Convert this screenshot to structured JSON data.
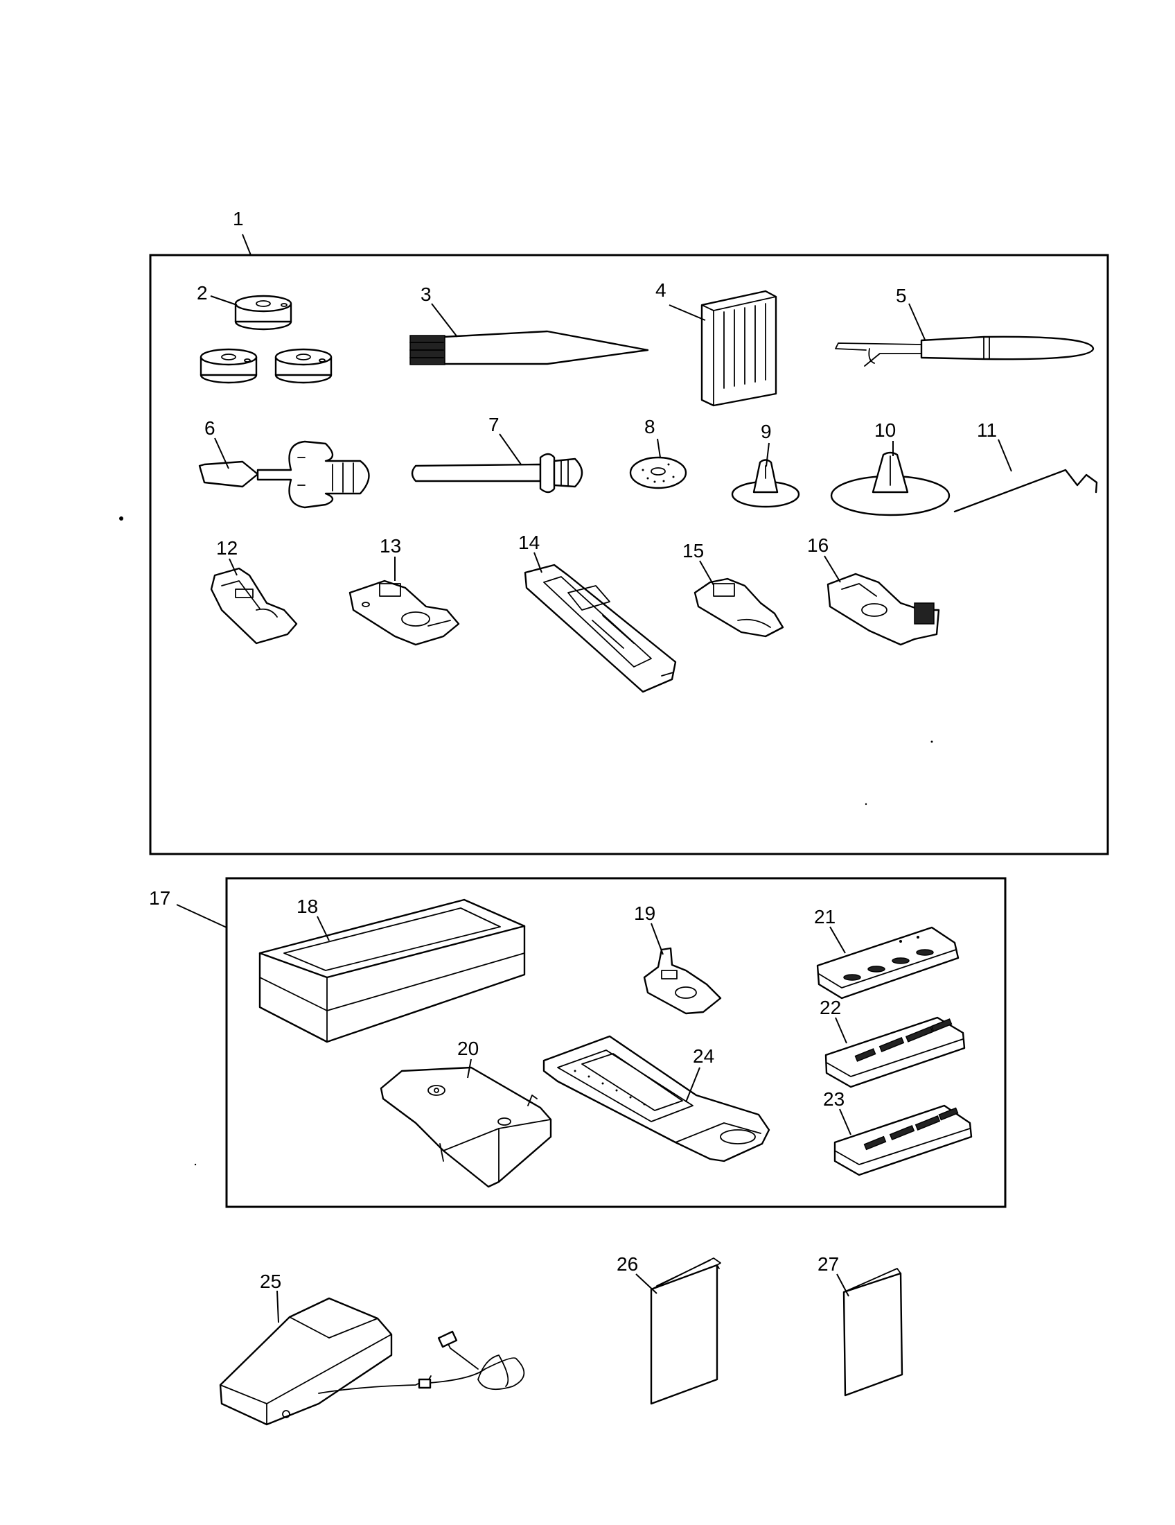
{
  "callouts": {
    "n1": "1",
    "n2": "2",
    "n3": "3",
    "n4": "4",
    "n5": "5",
    "n6": "6",
    "n7": "7",
    "n8": "8",
    "n9": "9",
    "n10": "10",
    "n11": "11",
    "n12": "12",
    "n13": "13",
    "n14": "14",
    "n15": "15",
    "n16": "16",
    "n17": "17",
    "n18": "18",
    "n19": "19",
    "n20": "20",
    "n21": "21",
    "n22": "22",
    "n23": "23",
    "n24": "24",
    "n25": "25",
    "n26": "26",
    "n27": "27"
  },
  "colors": {
    "line": "#000000",
    "background": "#ffffff"
  }
}
